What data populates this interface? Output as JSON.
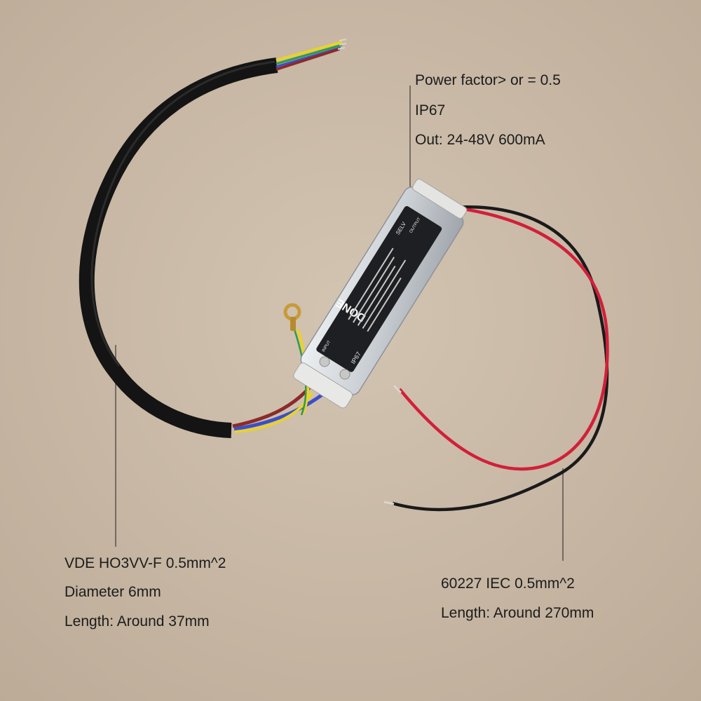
{
  "annotations": {
    "top_right": [
      "Power factor> or = 0.5",
      "IP67",
      "Out: 24-48V  600mA"
    ],
    "bottom_left": [
      "VDE HO3VV-F 0.5mm^2",
      "Diameter 6mm",
      "Length: Around 37mm"
    ],
    "bottom_right": [
      "60227 IEC 0.5mm^2",
      "Length: Around 270mm"
    ]
  },
  "device": {
    "brand": "DONE",
    "rating": "IP67",
    "selv": "SELV",
    "input_label": "INPUT",
    "output_label": "OUTPUT"
  },
  "colors": {
    "background": "#c9b9a6",
    "housing": "#d4d8dc",
    "label_panel": "#1e1f22",
    "end_cap": "#e8e8e6",
    "cable_sheath": "#141414",
    "wire_red": "#d21f3a",
    "wire_black": "#1a1a1a",
    "wire_yellow": "#e9d22b",
    "wire_blue": "#3b4fc9",
    "wire_brown": "#8c2a2a",
    "ring_terminal": "#c79b3a"
  }
}
